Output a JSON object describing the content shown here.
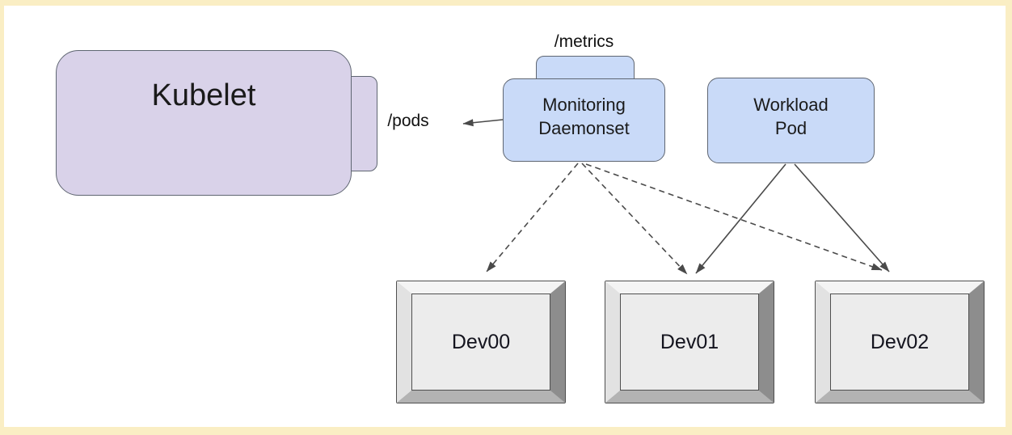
{
  "colors": {
    "frame_border": "#faeec4",
    "canvas_bg": "#ffffff",
    "kubelet_fill": "#d9d2e9",
    "pod_fill": "#c9daf8",
    "node_border": "#5f6672",
    "arrow": "#4a4a4a",
    "device_face": "#ececec",
    "bevel_top": "#f4f4f4",
    "bevel_right": "#8d8d8d",
    "bevel_bottom": "#b3b3b3",
    "bevel_left": "#e2e2e2"
  },
  "nodes": {
    "kubelet": {
      "label": "Kubelet",
      "endpoint": "/pods"
    },
    "monitoring_daemonset": {
      "label": "Monitoring Daemonset",
      "endpoint": "/metrics"
    },
    "workload_pod": {
      "label": "Workload Pod"
    },
    "devices": [
      {
        "label": "Dev00"
      },
      {
        "label": "Dev01"
      },
      {
        "label": "Dev02"
      }
    ]
  },
  "edges": [
    {
      "from": "monitoring_daemonset",
      "to": "kubelet",
      "via": "/pods",
      "style": "solid"
    },
    {
      "from": "monitoring_daemonset",
      "to": "Dev00",
      "style": "dashed"
    },
    {
      "from": "monitoring_daemonset",
      "to": "Dev01",
      "style": "dashed"
    },
    {
      "from": "monitoring_daemonset",
      "to": "Dev02",
      "style": "dashed"
    },
    {
      "from": "workload_pod",
      "to": "Dev01",
      "style": "solid"
    },
    {
      "from": "workload_pod",
      "to": "Dev02",
      "style": "solid"
    }
  ]
}
